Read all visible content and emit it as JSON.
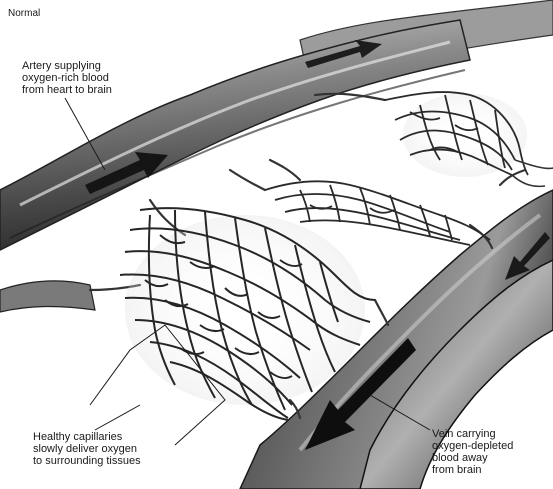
{
  "title": "Normal",
  "labels": {
    "artery": [
      "Artery supplying",
      "oxygen-rich blood",
      "from heart to brain"
    ],
    "capillaries": [
      "Healthy capillaries",
      "slowly deliver oxygen",
      "to surrounding tissues"
    ],
    "vein": [
      "Vein carrying",
      "oxygen-depleted",
      "blood away",
      "from brain"
    ]
  },
  "colors": {
    "vessel_dark": "#2b2b2b",
    "vessel_mid": "#6f6f6f",
    "vessel_light": "#a9a9a9",
    "background": "#ffffff"
  }
}
